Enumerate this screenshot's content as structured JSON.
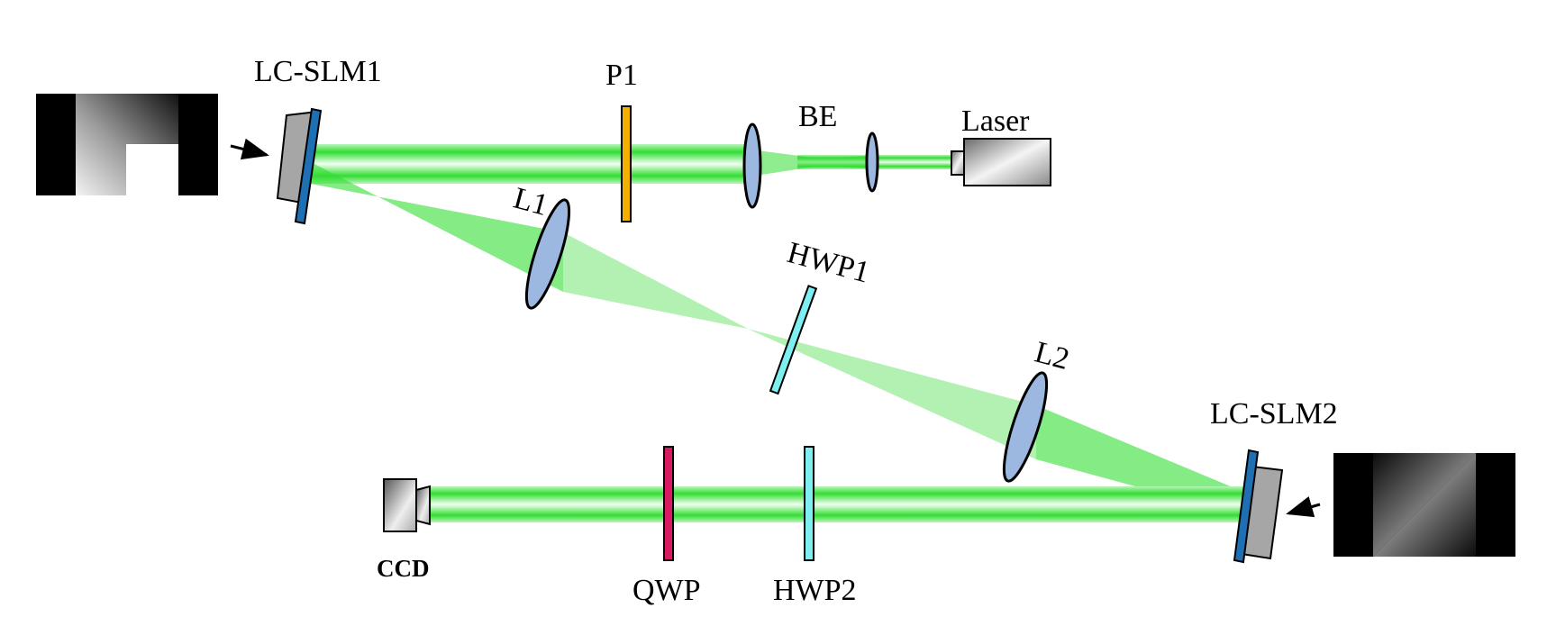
{
  "labels": {
    "slm1": "LC-SLM1",
    "p1": "P1",
    "be": "BE",
    "laser": "Laser",
    "l1": "L1",
    "hwp1": "HWP1",
    "l2": "L2",
    "slm2": "LC-SLM2",
    "ccd": "CCD",
    "qwp": "QWP",
    "hwp2": "HWP2"
  },
  "colors": {
    "beam": "#33dd33",
    "lens": "#9db8e0",
    "polarizer": "#f4b000",
    "qwp": "#d81b60",
    "hwp": "#7eeff0",
    "slm_face": "#1f6fb3",
    "slm_body": "#a6a6a6"
  }
}
